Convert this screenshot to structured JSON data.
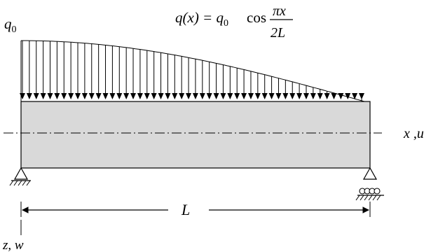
{
  "labels": {
    "load_start": {
      "main": "q",
      "sub": "0"
    },
    "load_equation": {
      "lhs": "q(x) = q",
      "lhs_sub": "0",
      "func": "cos",
      "numerator": "πx",
      "denominator": "2L"
    },
    "x_axis": "x ,u",
    "span": "L",
    "z_axis": "z, w"
  },
  "load": {
    "peak_value_symbol": "q0",
    "distribution": "cosine",
    "arrow_count": 50
  },
  "colors": {
    "beam_fill": "#d9d9d9",
    "line": "#000000",
    "background": "#ffffff"
  }
}
